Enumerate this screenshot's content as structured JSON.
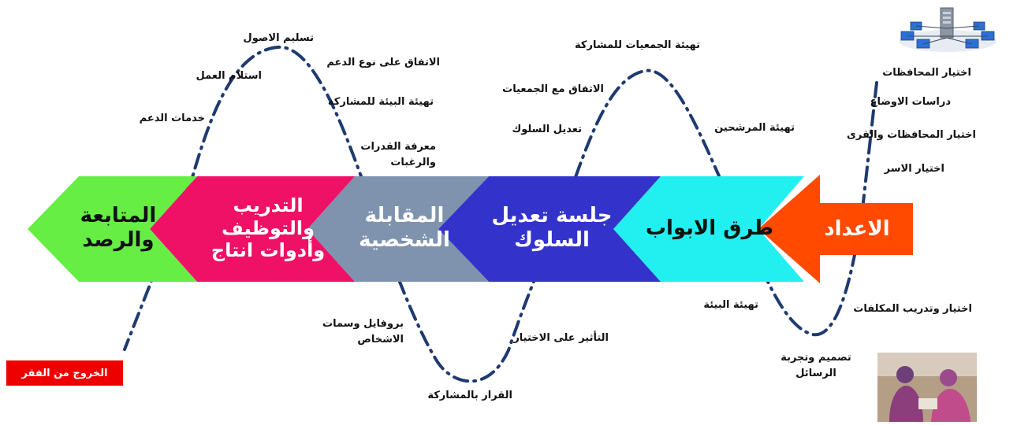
{
  "stages": [
    {
      "id": "preparation",
      "lines": [
        "الاعداد"
      ],
      "color": "#ff4a00",
      "text_color": "#ffffff"
    },
    {
      "id": "door-knocking",
      "lines": [
        "طرق الابواب"
      ],
      "color": "#22f0f0",
      "text_color": "#111111"
    },
    {
      "id": "behavior-session",
      "lines": [
        "جلسة تعديل",
        "السلوك"
      ],
      "color": "#3333cc",
      "text_color": "#ffffff"
    },
    {
      "id": "interview",
      "lines": [
        "المقابلة",
        "الشخصية"
      ],
      "color": "#7f93ae",
      "text_color": "#ffffff"
    },
    {
      "id": "training",
      "lines": [
        "التدريب",
        "والتوظيف",
        "وأدوات انتاج"
      ],
      "color": "#ee1166",
      "text_color": "#ffffff"
    },
    {
      "id": "monitoring",
      "lines": [
        "المتابعة",
        "والرصد"
      ],
      "color": "#66ee44",
      "text_color": "#111111"
    }
  ],
  "labels": {
    "choose_governorates": "اختيار المحافظات",
    "situation_studies": "دراسات الاوضاع",
    "choose_governorates_villages": "اختيار المحافظات والقرى",
    "choose_families": "اختيار الاسر",
    "choose_train_staff": "اختيار وتدريب المكلفات",
    "environment_prep": "تهيئة البيئة",
    "design_test_messages": [
      "تصميم وتجربة",
      "الرسائل"
    ],
    "prepare_candidates": "تهيئة المرشحين",
    "prepare_associations": "تهيئة الجمعيات للمشاركة",
    "agree_associations": "الاتفاق مع الجمعيات",
    "modify_behavior": "تعديل السلوك",
    "influence_choice": "التأثير على الاختيار",
    "participation_decision": "القرار بالمشاركة",
    "profile_traits": [
      "بروفايل وسمات",
      "الاشخاص"
    ],
    "abilities_desires": [
      "معرفة القدرات",
      "والرغبات"
    ],
    "prepare_env_participation": "تهيئة البيئة للمشاركة",
    "agree_support_type": "الاتفاق على نوع الدعم",
    "deliver_assets": "تسليم الاصول",
    "receive_work": "استلام العمل",
    "support_services": "خدمات الدعم"
  },
  "exit_label": "الخروج من الفقر",
  "wave_color": "#1f3a70"
}
